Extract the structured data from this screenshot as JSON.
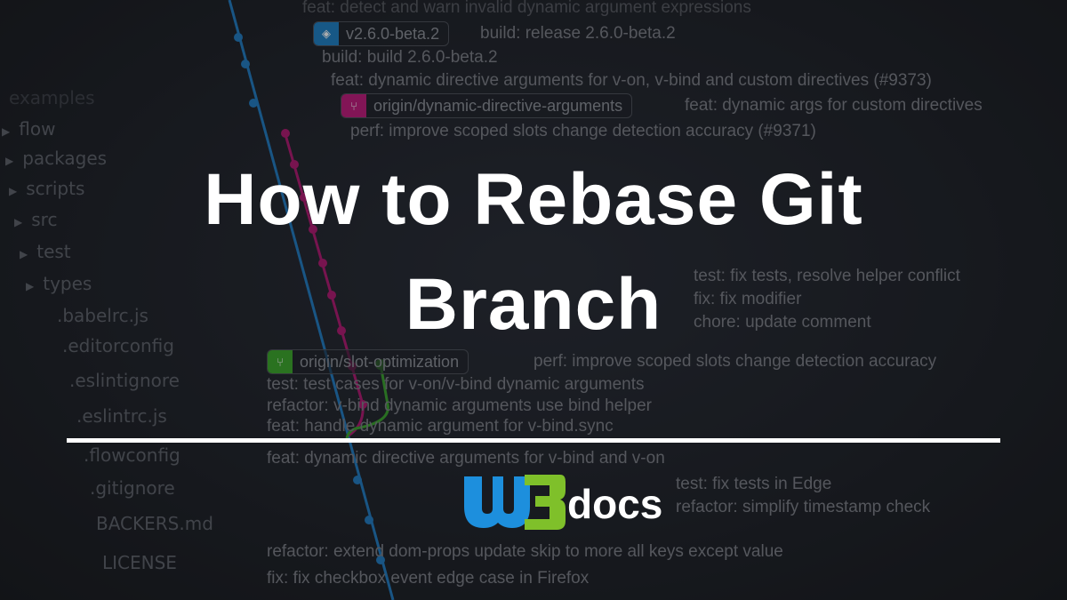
{
  "title": {
    "line1": "How to Rebase Git",
    "line2": "Branch"
  },
  "logo": {
    "text": "W3docs",
    "w": "W",
    "three": "3",
    "docs": "docs",
    "colors": {
      "w": "#1d8fdd",
      "three": "#7fc02a"
    }
  },
  "file_tree": [
    "examples",
    "flow",
    "packages",
    "scripts",
    "src",
    "test",
    "types",
    ".babelrc.js",
    ".editorconfig",
    ".eslintignore",
    ".eslintrc.js",
    ".flowconfig",
    ".gitignore",
    "BACKERS.md",
    "LICENSE"
  ],
  "commits": [
    "feat: detect and warn invalid dynamic argument expressions",
    "build: release 2.6.0-beta.2",
    "build: build 2.6.0-beta.2",
    "feat: dynamic directive arguments for v-on, v-bind and custom directives (#9373)",
    "feat: dynamic args for custom directives",
    "perf: improve scoped slots change detection accuracy (#9371)",
    "test: test cases for v-on/v-bind dynamic arguments",
    "refactor: v-bind dynamic arguments use bind helper",
    "test: fix tests, resolve helper conflict",
    "fix: fix modifier",
    "feat: handle dynamic argument for v-bind.sync",
    "perf: improve scoped slots change detection accuracy",
    "feat: dynamic directive arguments for v-bind and v-on",
    "refactor: extend dom-props update skip to more all keys except value",
    "fix: fix checkbox event edge case in Firefox",
    "test: fix tests in Edge",
    "refactor: simplify timestamp check",
    "chore: update comment"
  ],
  "tags": [
    {
      "label": "v2.6.0-beta.2",
      "color": "#1d7fc4",
      "icon": "tag-icon"
    },
    {
      "label": "origin/dynamic-directive-arguments",
      "color": "#c0187a",
      "icon": "branch-icon"
    },
    {
      "label": "origin/slot-optimization",
      "color": "#3aa627",
      "icon": "branch-icon"
    }
  ],
  "graph_colors": {
    "main": "#1f7ac0",
    "branch1": "#b0166f",
    "branch2": "#38a12a"
  }
}
